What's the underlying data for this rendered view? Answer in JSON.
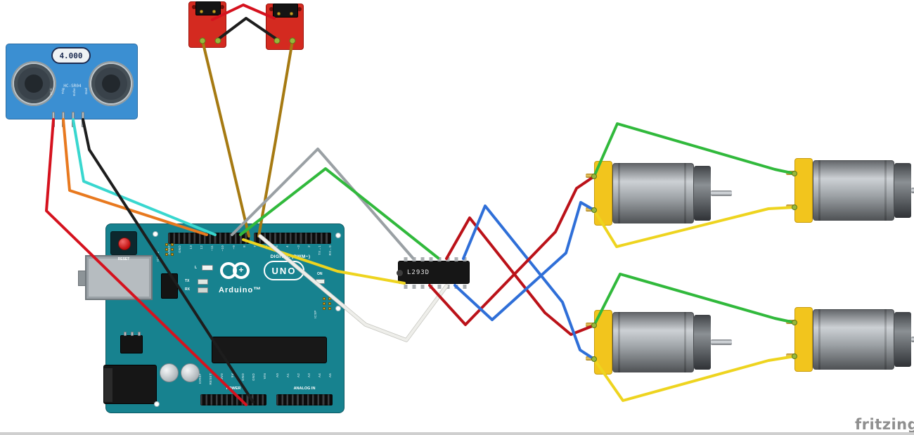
{
  "watermark": "fritzing",
  "colors": {
    "bg": "#ffffff",
    "sensor_blue": "#3b8fd2",
    "board_red": "#d42a20",
    "arduino_teal": "#17828f",
    "chip_black": "#161616",
    "motor_yellow": "#f2c51d",
    "pad_green": "#97b73c"
  },
  "wire_colors": {
    "vcc_red": "#d5121e",
    "trig_orange": "#e8791f",
    "echo_cyan": "#39d7cf",
    "gnd_black": "#1d1d1d",
    "link_red": "#d5121e",
    "link_black": "#1d1d1d",
    "signal_brown": "#a67a12",
    "enable_gray": "#9aa0a4",
    "in_green": "#31b93c",
    "in_yellow": "#eed41f",
    "in_white": "#eeeeea",
    "white_outline": "#c6c6c0",
    "out_red": "#bb1219",
    "out_blue": "#2f6fd8",
    "motor_green": "#31b93c",
    "motor_yellow": "#eed41f"
  },
  "sensor": {
    "display": "4.000",
    "model": "HC-SR04",
    "pins": [
      "VCC",
      "Trig",
      "Echo",
      "Gnd"
    ]
  },
  "arduino": {
    "brand": "Arduino™",
    "model": "UNO",
    "logo_plus": "+",
    "digital_label": "DIGITAL (PWM~)",
    "power_label": "POWER",
    "analog_label": "ANALOG IN",
    "icsp2_label": "ICSP2",
    "icsp_label": "ICSP",
    "reset_label": "RESET",
    "led_l": "L",
    "led_tx": "TX",
    "led_rx": "RX",
    "led_on": "ON",
    "digital_pins": [
      "AREF",
      "GND",
      "13",
      "12",
      "~11",
      "~10",
      "~9",
      "8",
      "7",
      "~6",
      "~5",
      "4",
      "~3",
      "2",
      "TX→1",
      "RX←0"
    ],
    "power_pins": [
      "IOREF",
      "RESET",
      "3V3",
      "5V",
      "GND",
      "GND",
      "VIN"
    ],
    "analog_pins": [
      "A0",
      "A1",
      "A2",
      "A3",
      "A4",
      "A5"
    ]
  },
  "driver": {
    "label": "L293D"
  }
}
